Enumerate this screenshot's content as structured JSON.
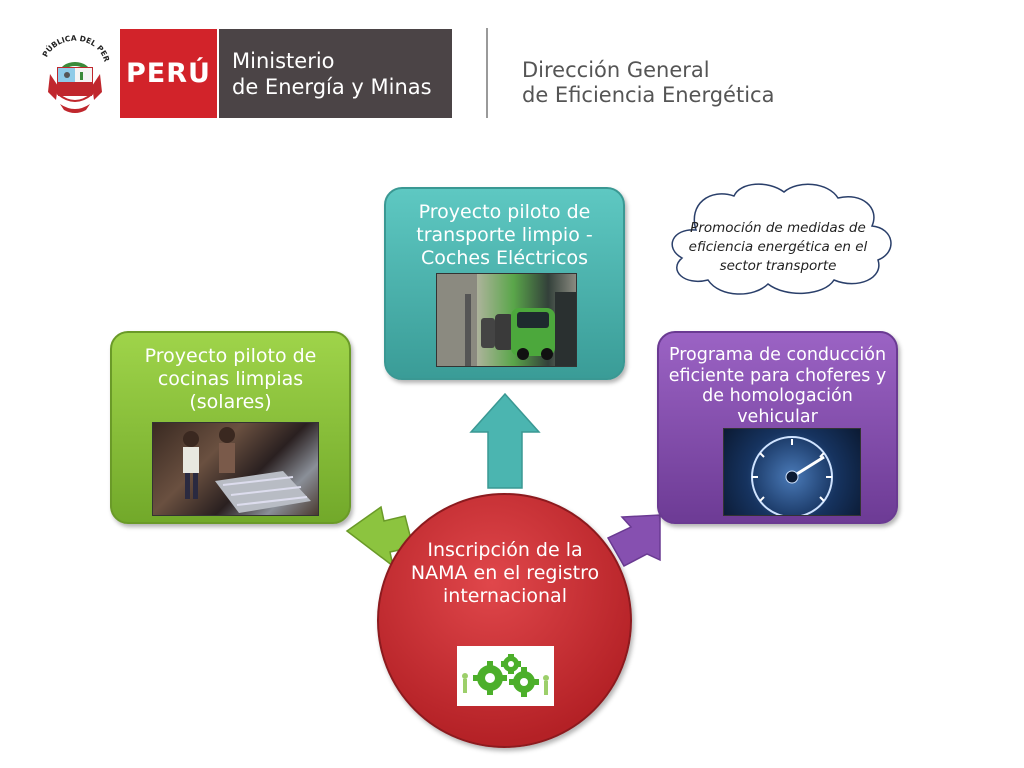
{
  "header": {
    "shield_text": "REPÚBLICA DEL PERÚ",
    "country": "PERÚ",
    "ministry_line1": "Ministerio",
    "ministry_line2": "de Energía y Minas",
    "directorate_line1": "Dirección General",
    "directorate_line2": "de Eficiencia Energética"
  },
  "diagram": {
    "center": "Inscripción de la NAMA en el registro internacional",
    "left_box": "Proyecto piloto de cocinas limpias (solares)",
    "top_box": "Proyecto piloto de transporte limpio - Coches Eléctricos",
    "right_box": "Programa de conducción eficiente para choferes y de homologación vehicular",
    "cloud": "Promoción de medidas de eficiencia energética en el sector transporte"
  },
  "colors": {
    "brand_red": "#d2232a",
    "ministry_gray": "#4b4446",
    "green": "#8cc43f",
    "teal": "#4bb5b0",
    "purple": "#8650b0",
    "circle_red": "#c8282d"
  },
  "images": {
    "cookers": "children with solar cookers photo",
    "cars": "electric cars charging photo",
    "speedometer": "speedometer photo",
    "gears": "gears with people icon"
  }
}
